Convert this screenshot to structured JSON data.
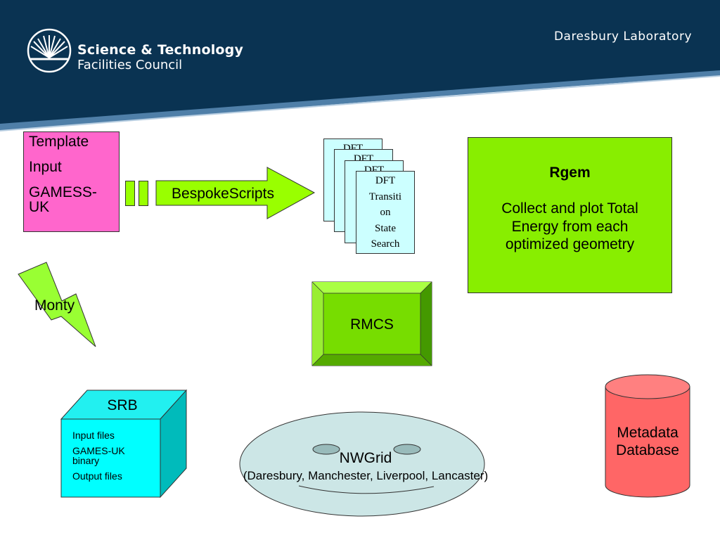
{
  "header": {
    "org_line1": "Science & Technology",
    "org_line2": "Facilities Council",
    "lab_name": "Daresbury Laboratory",
    "logo_icon": "sunburst-logo-icon",
    "colors": {
      "navy": "#0a3352",
      "blue_band": "#4f7fa8"
    }
  },
  "template_box": {
    "lines": [
      "Template",
      "Input",
      "GAMESS-UK"
    ],
    "color": "#ff66cc"
  },
  "arrow": {
    "label": "BespokeScripts",
    "color": "#99ff00"
  },
  "dft_stack": {
    "pages": [
      {
        "text": "DFT"
      },
      {
        "text": "DFT"
      },
      {
        "text": "DFT"
      },
      {
        "lines": [
          "DFT",
          "Transiti",
          "on",
          "State",
          "Search"
        ]
      }
    ],
    "color": "#ccffff"
  },
  "rgem": {
    "title": "Rgem",
    "description": "Collect and plot Total Energy from each optimized geometry",
    "color": "#88ee00"
  },
  "monty": {
    "label": "Monty",
    "color": "#99ff33"
  },
  "rmcs": {
    "label": "RMCS",
    "color": "#77dd00"
  },
  "srb": {
    "label": "SRB",
    "items": [
      "Input files",
      "GAMES-UK binary",
      "Output files"
    ],
    "color": "#00ffff"
  },
  "nwgrid": {
    "title": "NWGrid",
    "subtitle": "(Daresbury, Manchester, Liverpool, Lancaster)",
    "color": "#cce6e6"
  },
  "metadata": {
    "label": "Metadata Database",
    "color": "#ff6666"
  }
}
